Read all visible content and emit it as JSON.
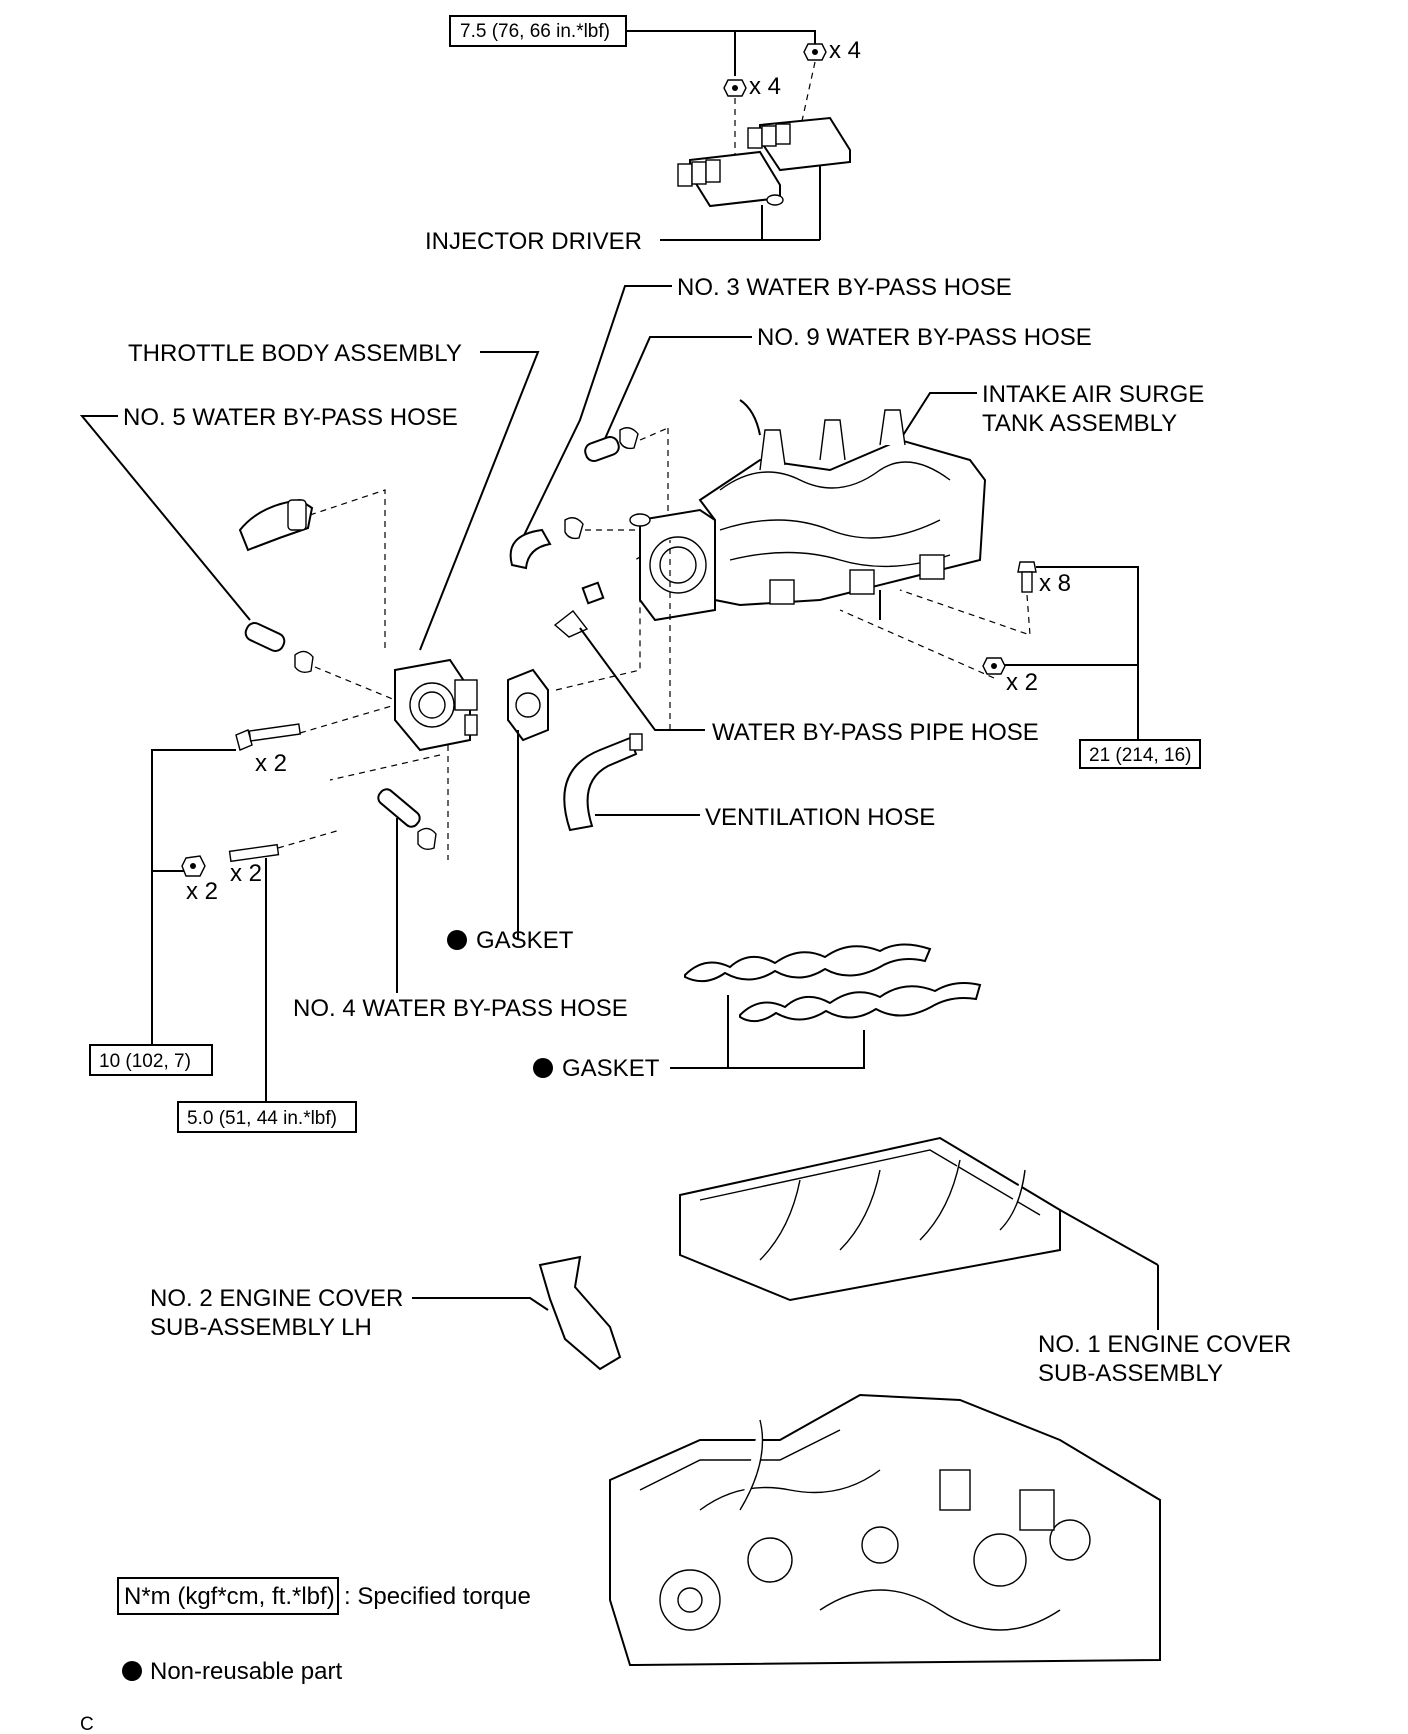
{
  "torque_specs": {
    "injector_driver": "7.5 (76, 66 in.*lbf)",
    "surge_tank": "21 (214, 16)",
    "throttle_bolt": "10 (102, 7)",
    "throttle_stud": "5.0 (51, 44 in.*lbf)"
  },
  "quantities": {
    "x4_upper": "x 4",
    "x4_lower": "x 4",
    "x8": "x 8",
    "x2_nut_tank": "x 2",
    "x2_bolt": "x 2",
    "x2_nut": "x 2",
    "x2_stud": "x 2"
  },
  "labels": {
    "injector_driver": "INJECTOR DRIVER",
    "no3_hose": "NO. 3 WATER BY-PASS HOSE",
    "no9_hose": "NO. 9 WATER BY-PASS HOSE",
    "throttle_body": "THROTTLE BODY ASSEMBLY",
    "no5_hose": "NO. 5 WATER BY-PASS HOSE",
    "surge_tank_line1": "INTAKE AIR SURGE",
    "surge_tank_line2": "TANK ASSEMBLY",
    "pipe_hose": "WATER BY-PASS PIPE HOSE",
    "ventilation_hose": "VENTILATION HOSE",
    "gasket_upper": "GASKET",
    "no4_hose": "NO. 4 WATER BY-PASS HOSE",
    "gasket_lower": "GASKET",
    "no2_cover_line1": "NO. 2 ENGINE COVER",
    "no2_cover_line2": "SUB-ASSEMBLY LH",
    "no1_cover_line1": "NO. 1 ENGINE COVER",
    "no1_cover_line2": "SUB-ASSEMBLY"
  },
  "legend": {
    "torque_unit": "N*m (kgf*cm, ft.*lbf)",
    "torque_text": ": Specified torque",
    "nonreusable_text": "Non-reusable part"
  },
  "footer": {
    "code": "C"
  }
}
